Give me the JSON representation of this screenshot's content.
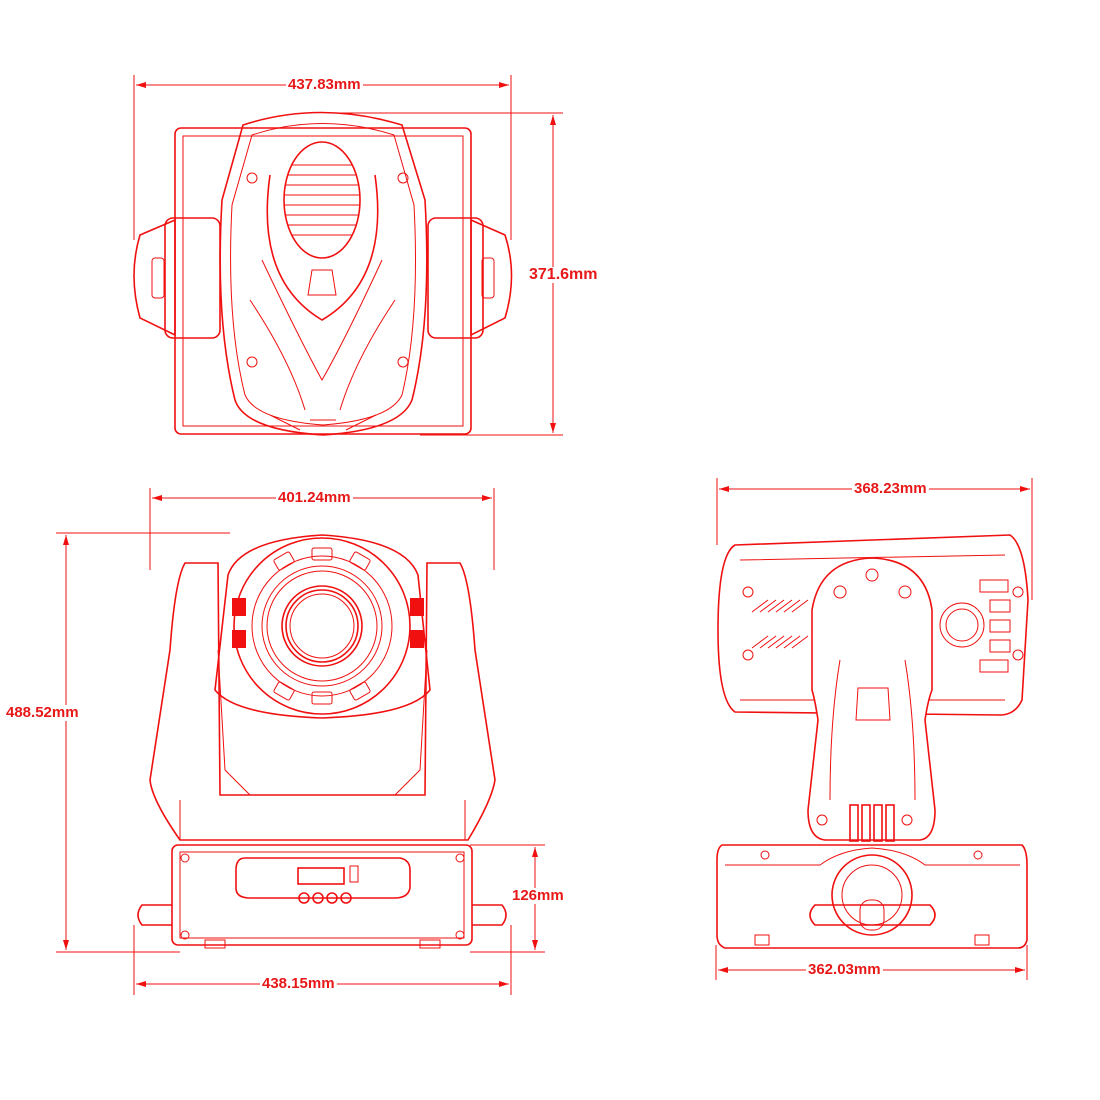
{
  "drawing": {
    "line_color": "#f01010",
    "views": [
      {
        "name": "top-view",
        "dimensions": {
          "width": "437.83mm",
          "depth": "371.6mm"
        }
      },
      {
        "name": "front-view",
        "dimensions": {
          "head_width": "401.24mm",
          "height": "488.52mm",
          "base_height": "126mm",
          "base_width": "438.15mm"
        }
      },
      {
        "name": "side-view",
        "dimensions": {
          "head_length": "368.23mm",
          "base_length": "362.03mm"
        }
      }
    ]
  }
}
